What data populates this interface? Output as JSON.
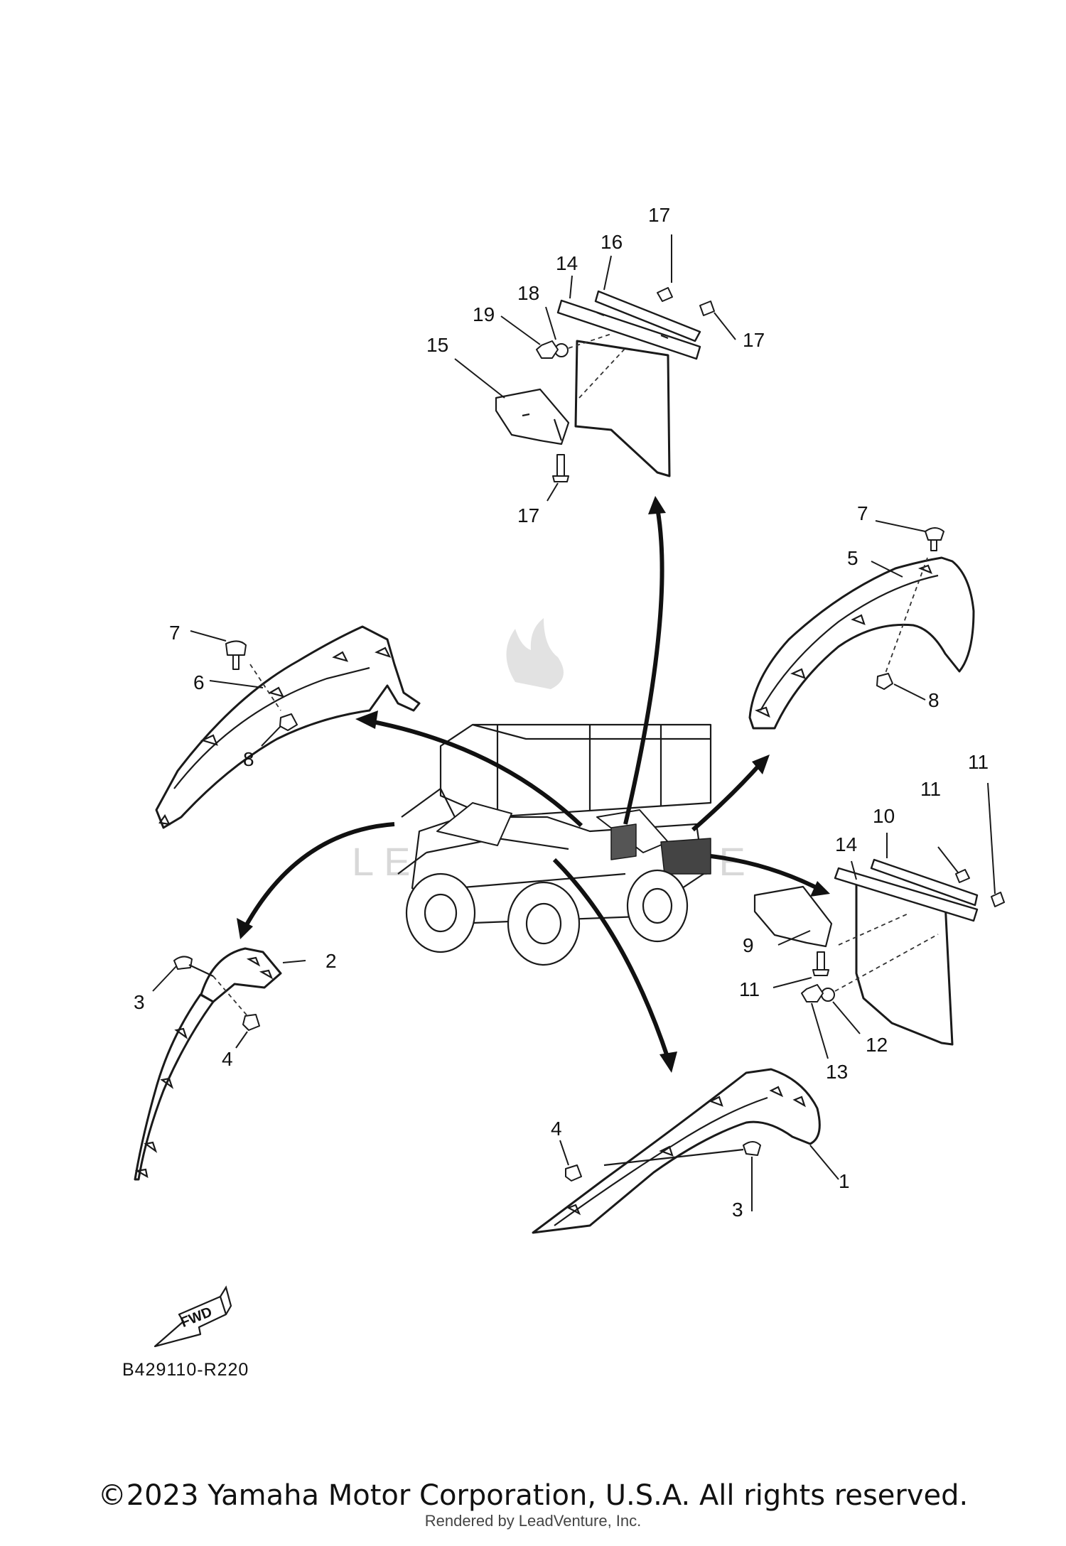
{
  "diagram": {
    "callouts": {
      "c1": "1",
      "c2": "2",
      "c3a": "3",
      "c3b": "3",
      "c4a": "4",
      "c4b": "4",
      "c5": "5",
      "c6": "6",
      "c7a": "7",
      "c7b": "7",
      "c8a": "8",
      "c8b": "8",
      "c9": "9",
      "c10": "10",
      "c11a": "11",
      "c11b": "11",
      "c11c": "11",
      "c12": "12",
      "c13": "13",
      "c14a": "14",
      "c14b": "14",
      "c15": "15",
      "c16": "16",
      "c17a": "17",
      "c17b": "17",
      "c17c": "17",
      "c18": "18",
      "c19": "19"
    },
    "fwd_label": "FWD",
    "diagram_code": "B429110-R220",
    "watermark": "LEADVENTURE"
  },
  "footer": {
    "copyright": "©2023 Yamaha Motor Corporation, U.S.A. All rights reserved.",
    "rendered_by": "Rendered by LeadVenture, Inc."
  },
  "colors": {
    "line": "#1a1a1a",
    "background": "#ffffff",
    "watermark": "#d8d8d8"
  }
}
